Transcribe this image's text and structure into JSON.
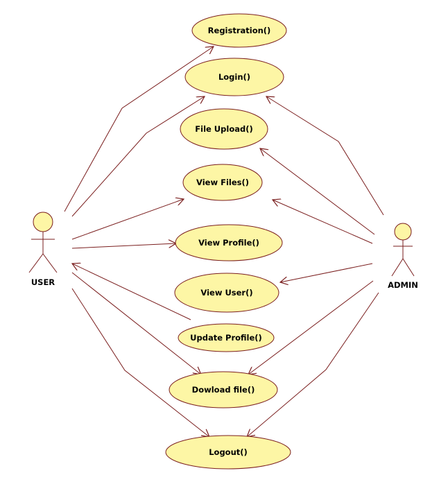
{
  "colors": {
    "usecase_fill": "#fdf6a5",
    "stroke": "#7a1e1e",
    "actor_fill": "#fdf6a5",
    "text": "#000000"
  },
  "actors": {
    "user": {
      "label": "USER",
      "icon": "stick-figure-icon"
    },
    "admin": {
      "label": "ADMIN",
      "icon": "stick-figure-icon"
    }
  },
  "usecases": {
    "registration": "Registration()",
    "login": "Login()",
    "file_upload": "File Upload()",
    "view_files": "View Files()",
    "view_profile": "View Profile()",
    "view_user": "View User()",
    "update_profile": "Update Profile()",
    "download_file": "Dowload file()",
    "logout": "Logout()"
  }
}
